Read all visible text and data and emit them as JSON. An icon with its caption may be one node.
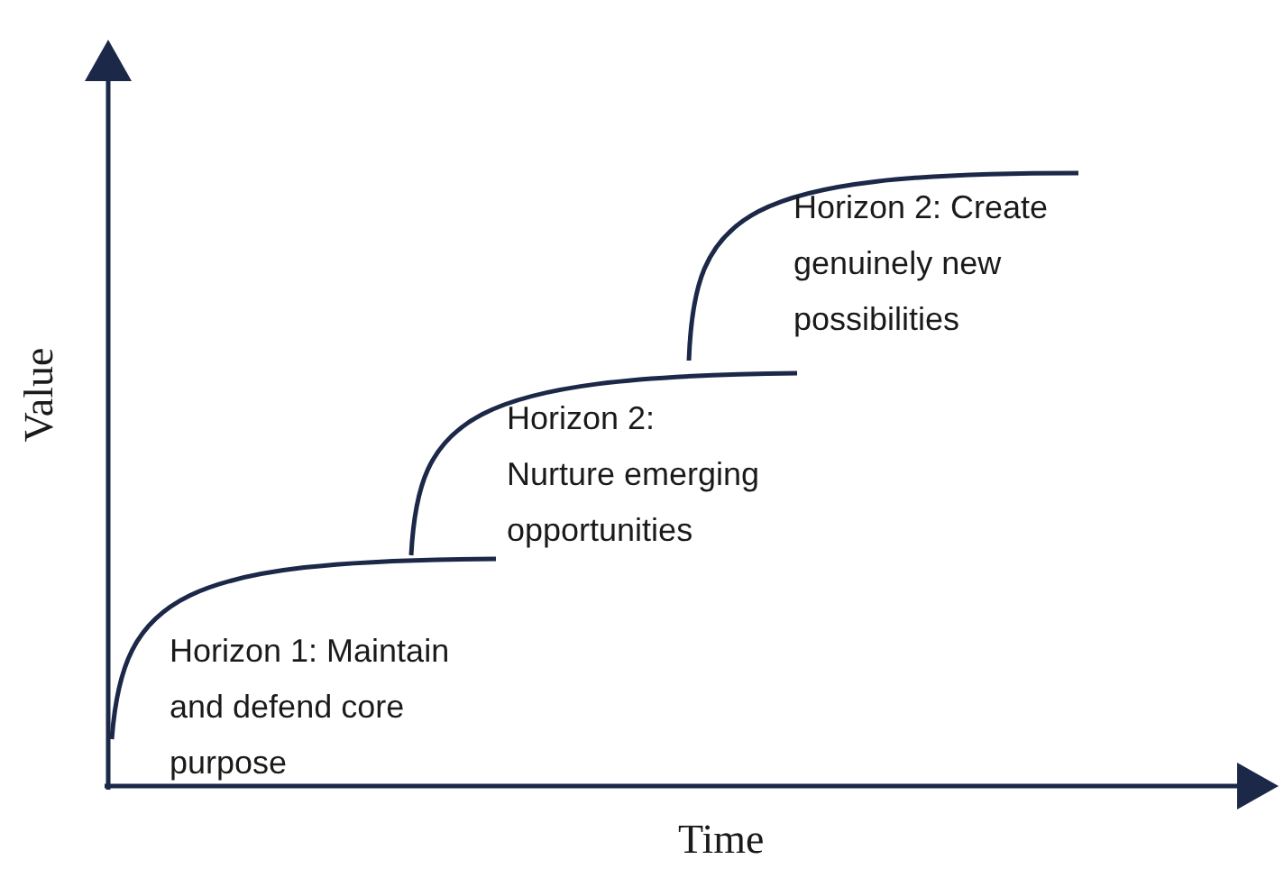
{
  "diagram": {
    "labels": [
      "Horizon 2: Create genuinely new possibilities",
      "Value",
      "Horizon 2: Nurture emerging opportunities",
      "Horizon 1: Maintain and defend core purpose",
      "Time"
    ]
  }
}
